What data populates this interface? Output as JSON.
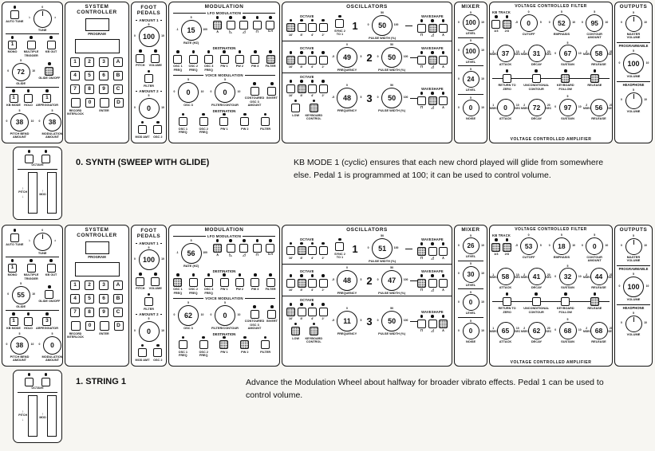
{
  "labels": {
    "auto_tune": "AUTO TUNE",
    "tune": "TUNE",
    "mono": "MONO",
    "multiple_trigger": "MULTIPLE TRIGGER",
    "kb_out": "KB OUT",
    "glide": "GLIDE",
    "glide_onoff": "GLIDE ON/OFF",
    "kb_mode": "KB MODE",
    "hold": "HOLD",
    "arpeggiator": "ARPEGGIATOR",
    "pitch_bend_amount": "PITCH BEND AMOUNT",
    "modulation_amount": "MODULATION AMOUNT",
    "system_controller": "SYSTEM CONTROLLER",
    "program": "PROGRAM",
    "keypad": [
      "1",
      "2",
      "3",
      "A",
      "4",
      "5",
      "6",
      "B",
      "7",
      "8",
      "9",
      "C"
    ],
    "zero": "0",
    "d_key": "D",
    "record_interlock": "RECORD INTERLOCK",
    "enter": "ENTER",
    "foot_pedals": "FOOT PEDALS",
    "amount1": "AMOUNT 1",
    "amount2": "AMOUNT 2",
    "pitch": "PITCH",
    "volume": "VOLUME",
    "filter": "FILTER",
    "mod_amt": "MOD AMT",
    "osc_2": "OSC 2",
    "modulation": "MODULATION",
    "lfo_modulation": "LFO MODULATION",
    "rate_hz": "RATE (HZ)",
    "destination": "DESTINATION",
    "lfo_waves": [
      "∧",
      "◺",
      "◿",
      "⊓",
      "S-H"
    ],
    "lfo_dests": [
      "OSC 1 FREQ",
      "OSC 2 FREQ",
      "OSC 3 FREQ",
      "PW 1",
      "PW 2",
      "PW 3",
      "FILTER"
    ],
    "voice_modulation": "VOICE MODULATION",
    "osc3_knob": "OSC 3",
    "filter_contour": "FILTER/CONTOUR",
    "contoured_osc3": "CONTOURED OSC 3 AMOUNT",
    "invert": "INVERT",
    "voice_dests": [
      "OSC 1 FREQ",
      "OSC 2 FREQ",
      "PW 1",
      "PW 2",
      "FILTER"
    ],
    "oscillators": "OSCILLATORS",
    "octave": "OCTAVE",
    "feet": [
      "16'",
      "8'",
      "4'",
      "2'"
    ],
    "sync": "SYNC 2 TO 1",
    "frequency": "FREQUENCY",
    "pulse_width": "PULSE WIDTH (%)",
    "waveshape": "WAVESHAPE",
    "osc_waves": [
      "⊓",
      "◿",
      "∧"
    ],
    "osc_nums": [
      "1",
      "2",
      "3"
    ],
    "low": "LOW",
    "keyboard_control": "KEYBOARD CONTROL",
    "mixer": "MIXER",
    "level": "LEVEL",
    "noise": "NOISE",
    "vcf_title": "VOLTAGE CONTROLLED FILTER",
    "vca_title": "VOLTAGE CONTROLLED AMPLIFIER",
    "kb_track": "KB TRACK",
    "kb13": "1/3",
    "kb23": "2/3",
    "cutoff": "CUTOFF",
    "emphasis": "EMPHASIS",
    "contour_amount": "CONTOUR AMOUNT",
    "attack": "ATTACK",
    "decay": "DECAY",
    "sustain": "SUSTAIN",
    "release": "RELEASE",
    "return_to_zero": "RETURN TO ZERO",
    "unconditional_contour": "UNCONDITIONAL CONTOUR",
    "keyboard_follow": "KEYBOARD FOLLOW",
    "outputs": "OUTPUTS",
    "master_volume": "MASTER VOLUME",
    "programmable": "PROGRAMMABLE",
    "headphone": "HEADPHONE",
    "wheel_octave": "OCTAVE",
    "wheel_pitch": "PITCH",
    "wheel_mod": "MOD",
    "up_arrow": "↑",
    "down_arrow": "↓"
  },
  "scales": {
    "std": [
      "5",
      "0",
      "10"
    ],
    "bip": [
      "0",
      "-5",
      "5"
    ],
    "pw": [
      "50",
      "0",
      "100"
    ],
    "rate": [
      "5",
      ".1",
      "100"
    ],
    "t1": [
      "",
      "1 MSEC",
      "10 SEC"
    ],
    "t2": [
      "",
      "2 MSEC",
      "20 SEC"
    ],
    "tune": [
      "0",
      "♭",
      "♯"
    ]
  },
  "panels": [
    {
      "perf": {
        "mono": "1",
        "mt": "",
        "kbout": "",
        "glide": "72",
        "glide_on": true,
        "kbmode": "1",
        "hold": "",
        "arp": "1",
        "pb": "38",
        "ma": "38"
      },
      "foot": {
        "a1": "100",
        "a2": "0"
      },
      "mod": {
        "rate": "15",
        "w": [
          true,
          false,
          false,
          false,
          false
        ],
        "ld": [
          false,
          false,
          false,
          false,
          false,
          false,
          true
        ],
        "o3": "0",
        "fc": "0",
        "vd": [
          false,
          false,
          false,
          false,
          false
        ]
      },
      "o1": {
        "oct": [
          true,
          false,
          false,
          false
        ],
        "pw": "50",
        "w": [
          false,
          true,
          false
        ]
      },
      "o2": {
        "oct": [
          true,
          false,
          false,
          false
        ],
        "freq": "49",
        "pw": "50",
        "w": [
          false,
          true,
          false
        ]
      },
      "o3": {
        "oct": [
          false,
          true,
          false,
          false
        ],
        "freq": "48",
        "pw": "50",
        "w": [
          false,
          true,
          false
        ],
        "low": false,
        "kbc": true
      },
      "mix": {
        "l1": "100",
        "l2": "100",
        "l3": "24",
        "n": "0"
      },
      "vcf": {
        "k13": false,
        "k23": true,
        "cut": "0",
        "emp": "52",
        "cam": "95",
        "a": "37",
        "d": "31",
        "s": "67",
        "r": "58",
        "kf": true,
        "rel": true
      },
      "vca": {
        "a": "0",
        "d": "72",
        "s": "97",
        "r": "56"
      },
      "out": {
        "prog": "100"
      }
    },
    {
      "perf": {
        "mono": "1",
        "mt": "",
        "kbout": "",
        "glide": "55",
        "glide_on": false,
        "kbmode": "1",
        "hold": "",
        "arp": "3",
        "pb": "38",
        "ma": "0"
      },
      "foot": {
        "a1": "100",
        "a2": "0"
      },
      "mod": {
        "rate": "56",
        "w": [
          true,
          false,
          false,
          false,
          false
        ],
        "ld": [
          true,
          false,
          false,
          false,
          false,
          false,
          false
        ],
        "o3": "62",
        "fc": "0",
        "vd": [
          false,
          false,
          true,
          true,
          false
        ]
      },
      "o1": {
        "oct": [
          false,
          true,
          false,
          false
        ],
        "pw": "51",
        "w": [
          true,
          false,
          false
        ]
      },
      "o2": {
        "oct": [
          false,
          true,
          false,
          false
        ],
        "freq": "48",
        "pw": "47",
        "w": [
          true,
          false,
          false
        ]
      },
      "o3": {
        "oct": [
          true,
          false,
          false,
          false
        ],
        "freq": "11",
        "pw": "50",
        "w": [
          false,
          false,
          true
        ],
        "low": true,
        "kbc": true
      },
      "mix": {
        "l1": "26",
        "l2": "30",
        "l3": "0",
        "n": "0"
      },
      "vcf": {
        "k13": true,
        "k23": true,
        "cut": "53",
        "emp": "18",
        "cam": "0",
        "a": "58",
        "d": "41",
        "s": "32",
        "r": "44",
        "kf": false,
        "rel": true
      },
      "vca": {
        "a": "65",
        "d": "62",
        "s": "68",
        "r": "68"
      },
      "out": {
        "prog": "100"
      }
    }
  ],
  "captions": [
    {
      "title": "0. SYNTH (SWEEP WITH GLIDE)",
      "desc": "KB MODE 1 (cyclic) ensures that each new chord played will glide from somewhere else. Pedal 1 is programmed at 100; it can be used to control volume."
    },
    {
      "title": "1. STRING 1",
      "desc": "Advance the Modulation Wheel about halfway for broader vibrato effects. Pedal 1 can be used to control volume."
    }
  ]
}
